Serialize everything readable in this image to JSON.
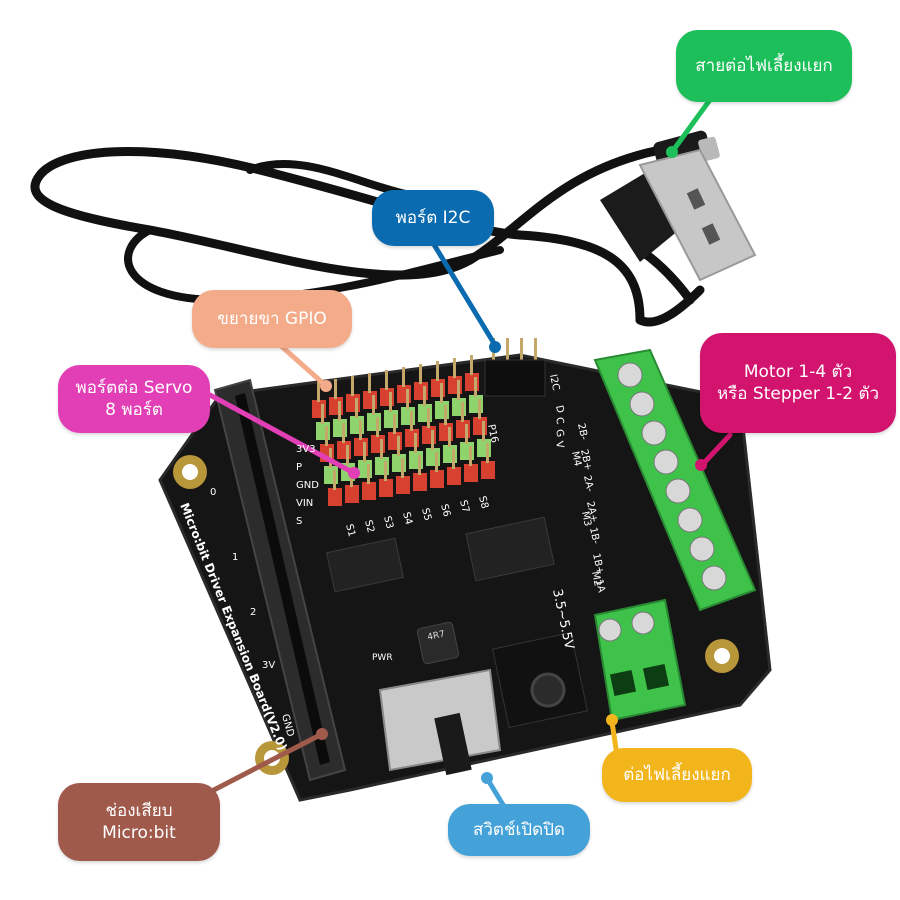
{
  "palette": {
    "green": "#1dbf5a",
    "blue": "#0a6bb0",
    "peach": "#f4ab8a",
    "pink": "#e23fb6",
    "magenta": "#d2146f",
    "brown": "#a05a4c",
    "yellow": "#f2b51c",
    "sky": "#45a2d8",
    "board": "#151515",
    "terminal": "#3ec24a"
  },
  "board_silkscreen": {
    "product_name": "Micro:bit Driver Expansion Board(V2.0)",
    "i2c_pins": [
      "D",
      "C",
      "G",
      "V"
    ],
    "i2c_label": "I2C",
    "power_labels": [
      "3V3",
      "P",
      "GND",
      "VIN",
      "S"
    ],
    "servo_pins": [
      "S1",
      "S2",
      "S3",
      "S4",
      "S5",
      "S6",
      "S7",
      "S8"
    ],
    "gpio_pins": [
      "P16"
    ],
    "motor_pins": [
      "2B-",
      "2B+",
      "2A-",
      "2A+",
      "1B-",
      "1B+",
      "1A"
    ],
    "motor_labels": [
      "M4",
      "M3",
      "M2"
    ],
    "voltage": "3.5~5.5V",
    "pwr": "PWR",
    "inductor": "4R7",
    "edge_pins": [
      "0",
      "1",
      "2",
      "3V",
      "GND"
    ]
  },
  "callouts": {
    "power_cable": "สายต่อไฟเลี้ยงแยก",
    "i2c_port": "พอร์ต I2C",
    "gpio": "ขยายขา GPIO",
    "servo_line1": "พอร์ตต่อ Servo",
    "servo_line2": "8 พอร์ต",
    "motor_line1": "Motor 1-4 ตัว",
    "motor_line2": "หรือ Stepper 1-2 ตัว",
    "slot_line1": "ช่องเสียบ",
    "slot_line2": "Micro:bit",
    "power_terminal": "ต่อไฟเลี้ยงแยก",
    "switch": "สวิตช์เปิดปิด"
  }
}
